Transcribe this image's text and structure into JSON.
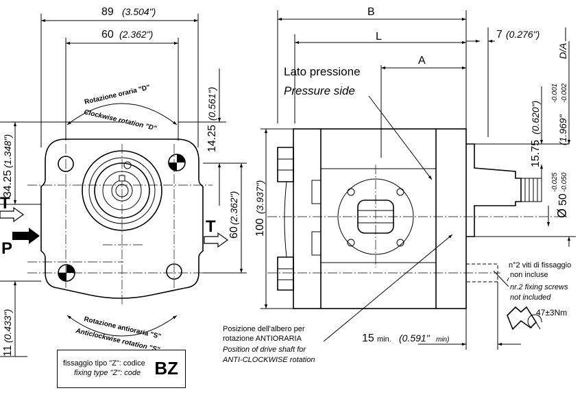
{
  "dimensions": {
    "width_89": "89",
    "width_89_inch": "(3.504\")",
    "width_60": "60",
    "width_60_inch": "(2.362\")",
    "height_14_25": "14.25",
    "height_14_25_inch": "(0.561\")",
    "height_34_25": "34.25",
    "height_34_25_inch": "(1.348\")",
    "height_60": "60",
    "height_60_inch": "(2.362\")",
    "height_100": "100",
    "height_100_inch": "(3.937\")",
    "height_11": "11",
    "height_11_inch": "(0.433\")",
    "length_B": "B",
    "length_L": "L",
    "length_A": "A",
    "offset_7": "7",
    "offset_7_inch": "(0.276\")",
    "dia_label": "D/A",
    "shaft_15_75": "15.75",
    "shaft_15_75_inch": "(0.620\")",
    "shaft_1969": "(1.969\"",
    "shaft_1969_tol_upper": "-0.001",
    "shaft_1969_tol_lower": "-0.002",
    "shaft_50": "50",
    "shaft_50_tol_upper": "-0.025",
    "shaft_50_tol_lower": "-0.050",
    "min_15": "15",
    "min_label": "min.",
    "min_15_inch": "(0.591\"",
    "min_label_inch": "min)"
  },
  "labels": {
    "rotation_cw_it": "Rotazione oraria \"D\"",
    "rotation_cw_en": "Clockwise rotation \"D\"",
    "rotation_ccw_it": "Rotazione antioraria \"S\"",
    "rotation_ccw_en": "Anticlockwise rotation \"S\"",
    "port_T_left": "T",
    "port_P": "P",
    "port_T_right": "T",
    "pressure_side_it": "Lato pressione",
    "pressure_side_en": "Pressure side",
    "screws_it_1": "n°2 viti di fissaggio",
    "screws_it_2": "non incluse",
    "screws_en_1": "nr.2 fixing screws",
    "screws_en_2": "not included",
    "torque": "47±3Nm",
    "shaft_note_it_1": "Posizione dell'albero per",
    "shaft_note_it_2": "rotazione ANTIORARIA",
    "shaft_note_en_1": "Position of drive shaft for",
    "shaft_note_en_2": "ANTI-CLOCKWISE rotation"
  },
  "code_box": {
    "line1": "fissaggio tipo \"Z\": codice",
    "line2": "fixing type \"Z\": code",
    "code": "BZ"
  }
}
